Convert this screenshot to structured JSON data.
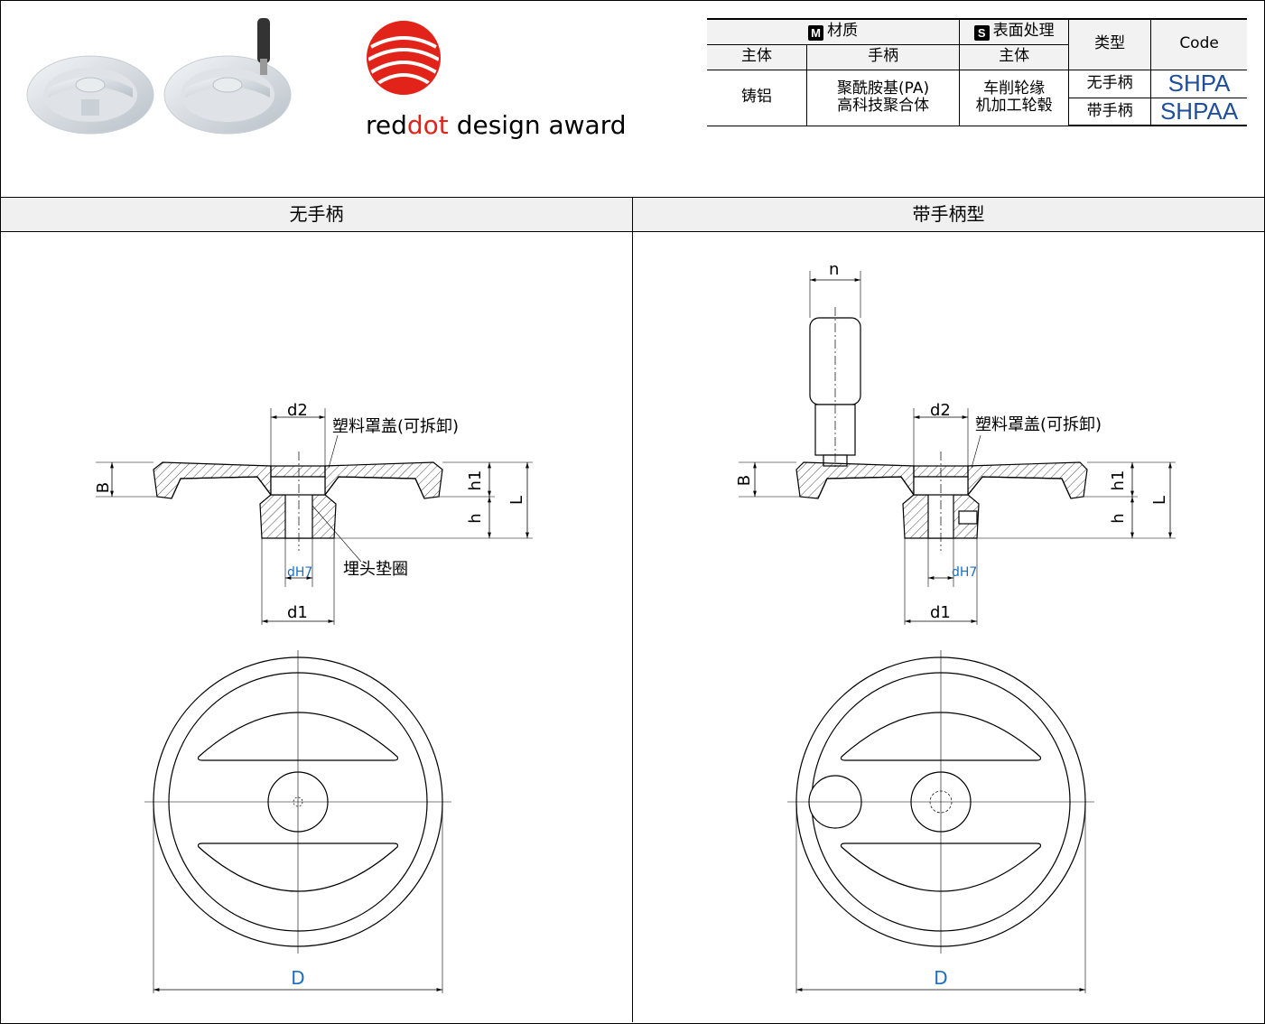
{
  "award": {
    "part1": "red",
    "part2": "dot",
    "part3": " design award"
  },
  "table": {
    "material_header": "材质",
    "material_tag": "M",
    "surface_header": "表面处理",
    "surface_tag": "S",
    "type_header": "类型",
    "code_header": "Code",
    "sub_body": "主体",
    "sub_handle": "手柄",
    "sub_body2": "主体",
    "body_material": "铸铝",
    "handle_material_1": "聚酰胺基(PA)",
    "handle_material_2": "高科技聚合体",
    "surface_1": "车削轮缘",
    "surface_2": "机加工轮毂",
    "type_1": "无手柄",
    "type_2": "带手柄",
    "code_1": "SHPA",
    "code_2": "SHPAA"
  },
  "sections": {
    "left_title": "无手柄",
    "right_title": "带手柄型"
  },
  "labels": {
    "d2": "d2",
    "cover": "塑料罩盖(可拆卸)",
    "washer": "埋头垫圈",
    "dH7": "dH7",
    "d1": "d1",
    "B": "B",
    "h1": "h1",
    "h": "h",
    "L": "L",
    "D": "D",
    "n": "n"
  },
  "colors": {
    "accent_blue": "#1f4e9a",
    "dim_blue": "#1a6fc0",
    "red": "#e2231a"
  }
}
